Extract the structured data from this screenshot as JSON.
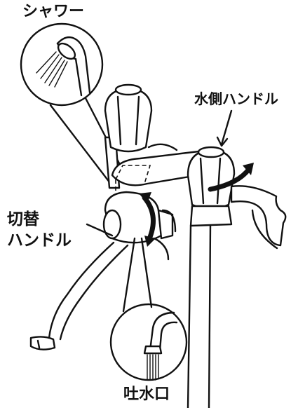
{
  "labels": {
    "shower": "シャワー",
    "water_handle": "水側ハンドル",
    "switch_handle_line1": "切替",
    "switch_handle_line2": "ハンドル",
    "spout": "吐水口"
  },
  "icons": {
    "rotation_arrow": "curved-arrow-icon",
    "shower_head": "shower-head-icon",
    "spout_stream": "water-stream-icon"
  },
  "colors": {
    "ink": "#111111",
    "paper": "#ffffff"
  }
}
